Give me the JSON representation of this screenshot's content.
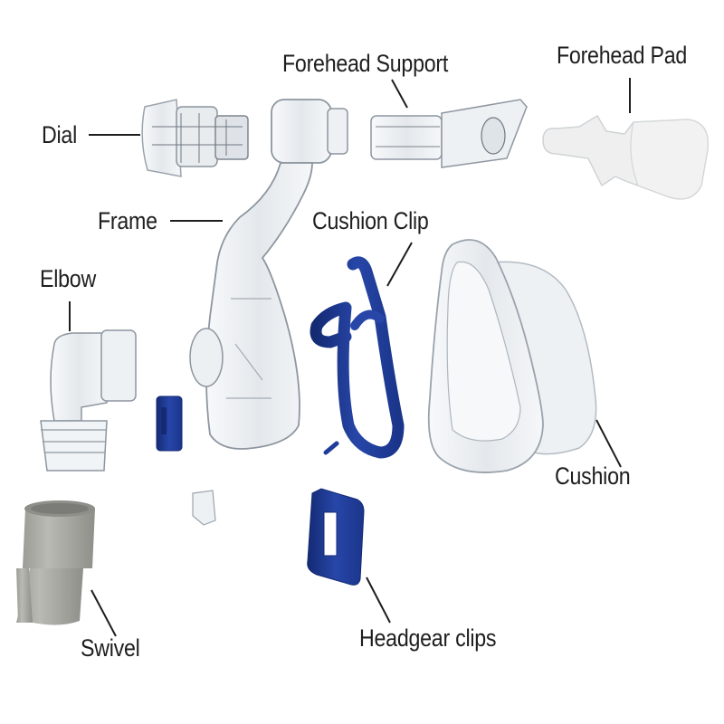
{
  "diagram": {
    "type": "exploded-parts-diagram",
    "subject": "full face CPAP mask components",
    "colors": {
      "background": "#ffffff",
      "label_text": "#1e1e1e",
      "leader_line": "#1e1e1e",
      "clear_plastic_fill": "#eef1f4",
      "clear_plastic_stroke": "#9aa3ad",
      "blue_part": "#1f3c9a",
      "blue_part_dark": "#142a73",
      "swivel_gray": "#a9aaa3",
      "swivel_gray_dark": "#8b8c86",
      "forehead_pad": "#eeeeee"
    },
    "labels": {
      "forehead_support": "Forehead Support",
      "forehead_pad": "Forehead Pad",
      "dial": "Dial",
      "frame": "Frame",
      "cushion_clip": "Cushion Clip",
      "elbow": "Elbow",
      "cushion": "Cushion",
      "swivel": "Swivel",
      "headgear_clips": "Headgear clips"
    },
    "parts": [
      {
        "id": "dial",
        "label": "Dial"
      },
      {
        "id": "forehead_support",
        "label": "Forehead Support"
      },
      {
        "id": "forehead_pad",
        "label": "Forehead Pad"
      },
      {
        "id": "frame",
        "label": "Frame"
      },
      {
        "id": "cushion_clip",
        "label": "Cushion Clip"
      },
      {
        "id": "elbow",
        "label": "Elbow"
      },
      {
        "id": "cushion",
        "label": "Cushion"
      },
      {
        "id": "swivel",
        "label": "Swivel"
      },
      {
        "id": "headgear_clips",
        "label": "Headgear clips"
      }
    ]
  }
}
